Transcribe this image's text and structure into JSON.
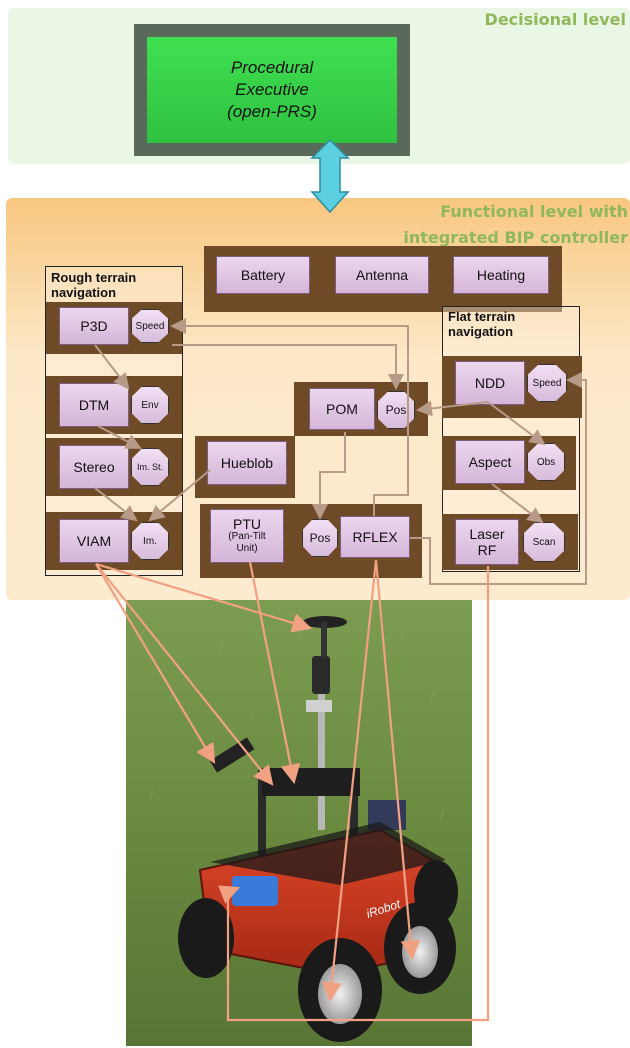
{
  "decisional": {
    "title": "Decisional level",
    "executive": {
      "line1": "Procedural",
      "line2": "Executive",
      "line3": "(open-PRS)"
    }
  },
  "functional": {
    "title_line1": "Functional level with",
    "title_line2": "integrated BIP controller"
  },
  "top_modules": [
    "Battery",
    "Antenna",
    "Heating"
  ],
  "rough_nav": {
    "title_line1": "Rough terrain",
    "title_line2": "navigation",
    "modules": [
      {
        "name": "P3D",
        "port": "Speed"
      },
      {
        "name": "DTM",
        "port": "Env"
      },
      {
        "name": "Stereo",
        "port": "Im. St."
      },
      {
        "name": "VIAM",
        "port": "Im."
      }
    ]
  },
  "flat_nav": {
    "title_line1": "Flat terrain",
    "title_line2": "navigation",
    "modules": [
      {
        "name": "NDD",
        "port": "Speed"
      },
      {
        "name": "Aspect",
        "port": "Obs"
      },
      {
        "name": "Laser RF",
        "port": "Scan"
      }
    ]
  },
  "center_modules": {
    "pom": {
      "name": "POM",
      "port": "Pos"
    },
    "hueblob": {
      "name": "Hueblob"
    },
    "ptu": {
      "name": "PTU",
      "sub": "(Pan-Tilt Unit)"
    },
    "rflex": {
      "name": "RFLEX",
      "port": "Pos"
    }
  },
  "robot_photo": {
    "brand_label": "iRobot"
  },
  "colors": {
    "decisional_bg": "#e9f7e4",
    "executive_green": "#39d24a",
    "executive_border": "#5a6a5a",
    "functional_bg": "#fbd9a4",
    "frame_brown": "#6e4a26",
    "module_pink": "#dcc2e0",
    "connector": "#b79a88",
    "robot_arrow": "#f1a182",
    "arrow_cyan": "#5ccfe0"
  }
}
